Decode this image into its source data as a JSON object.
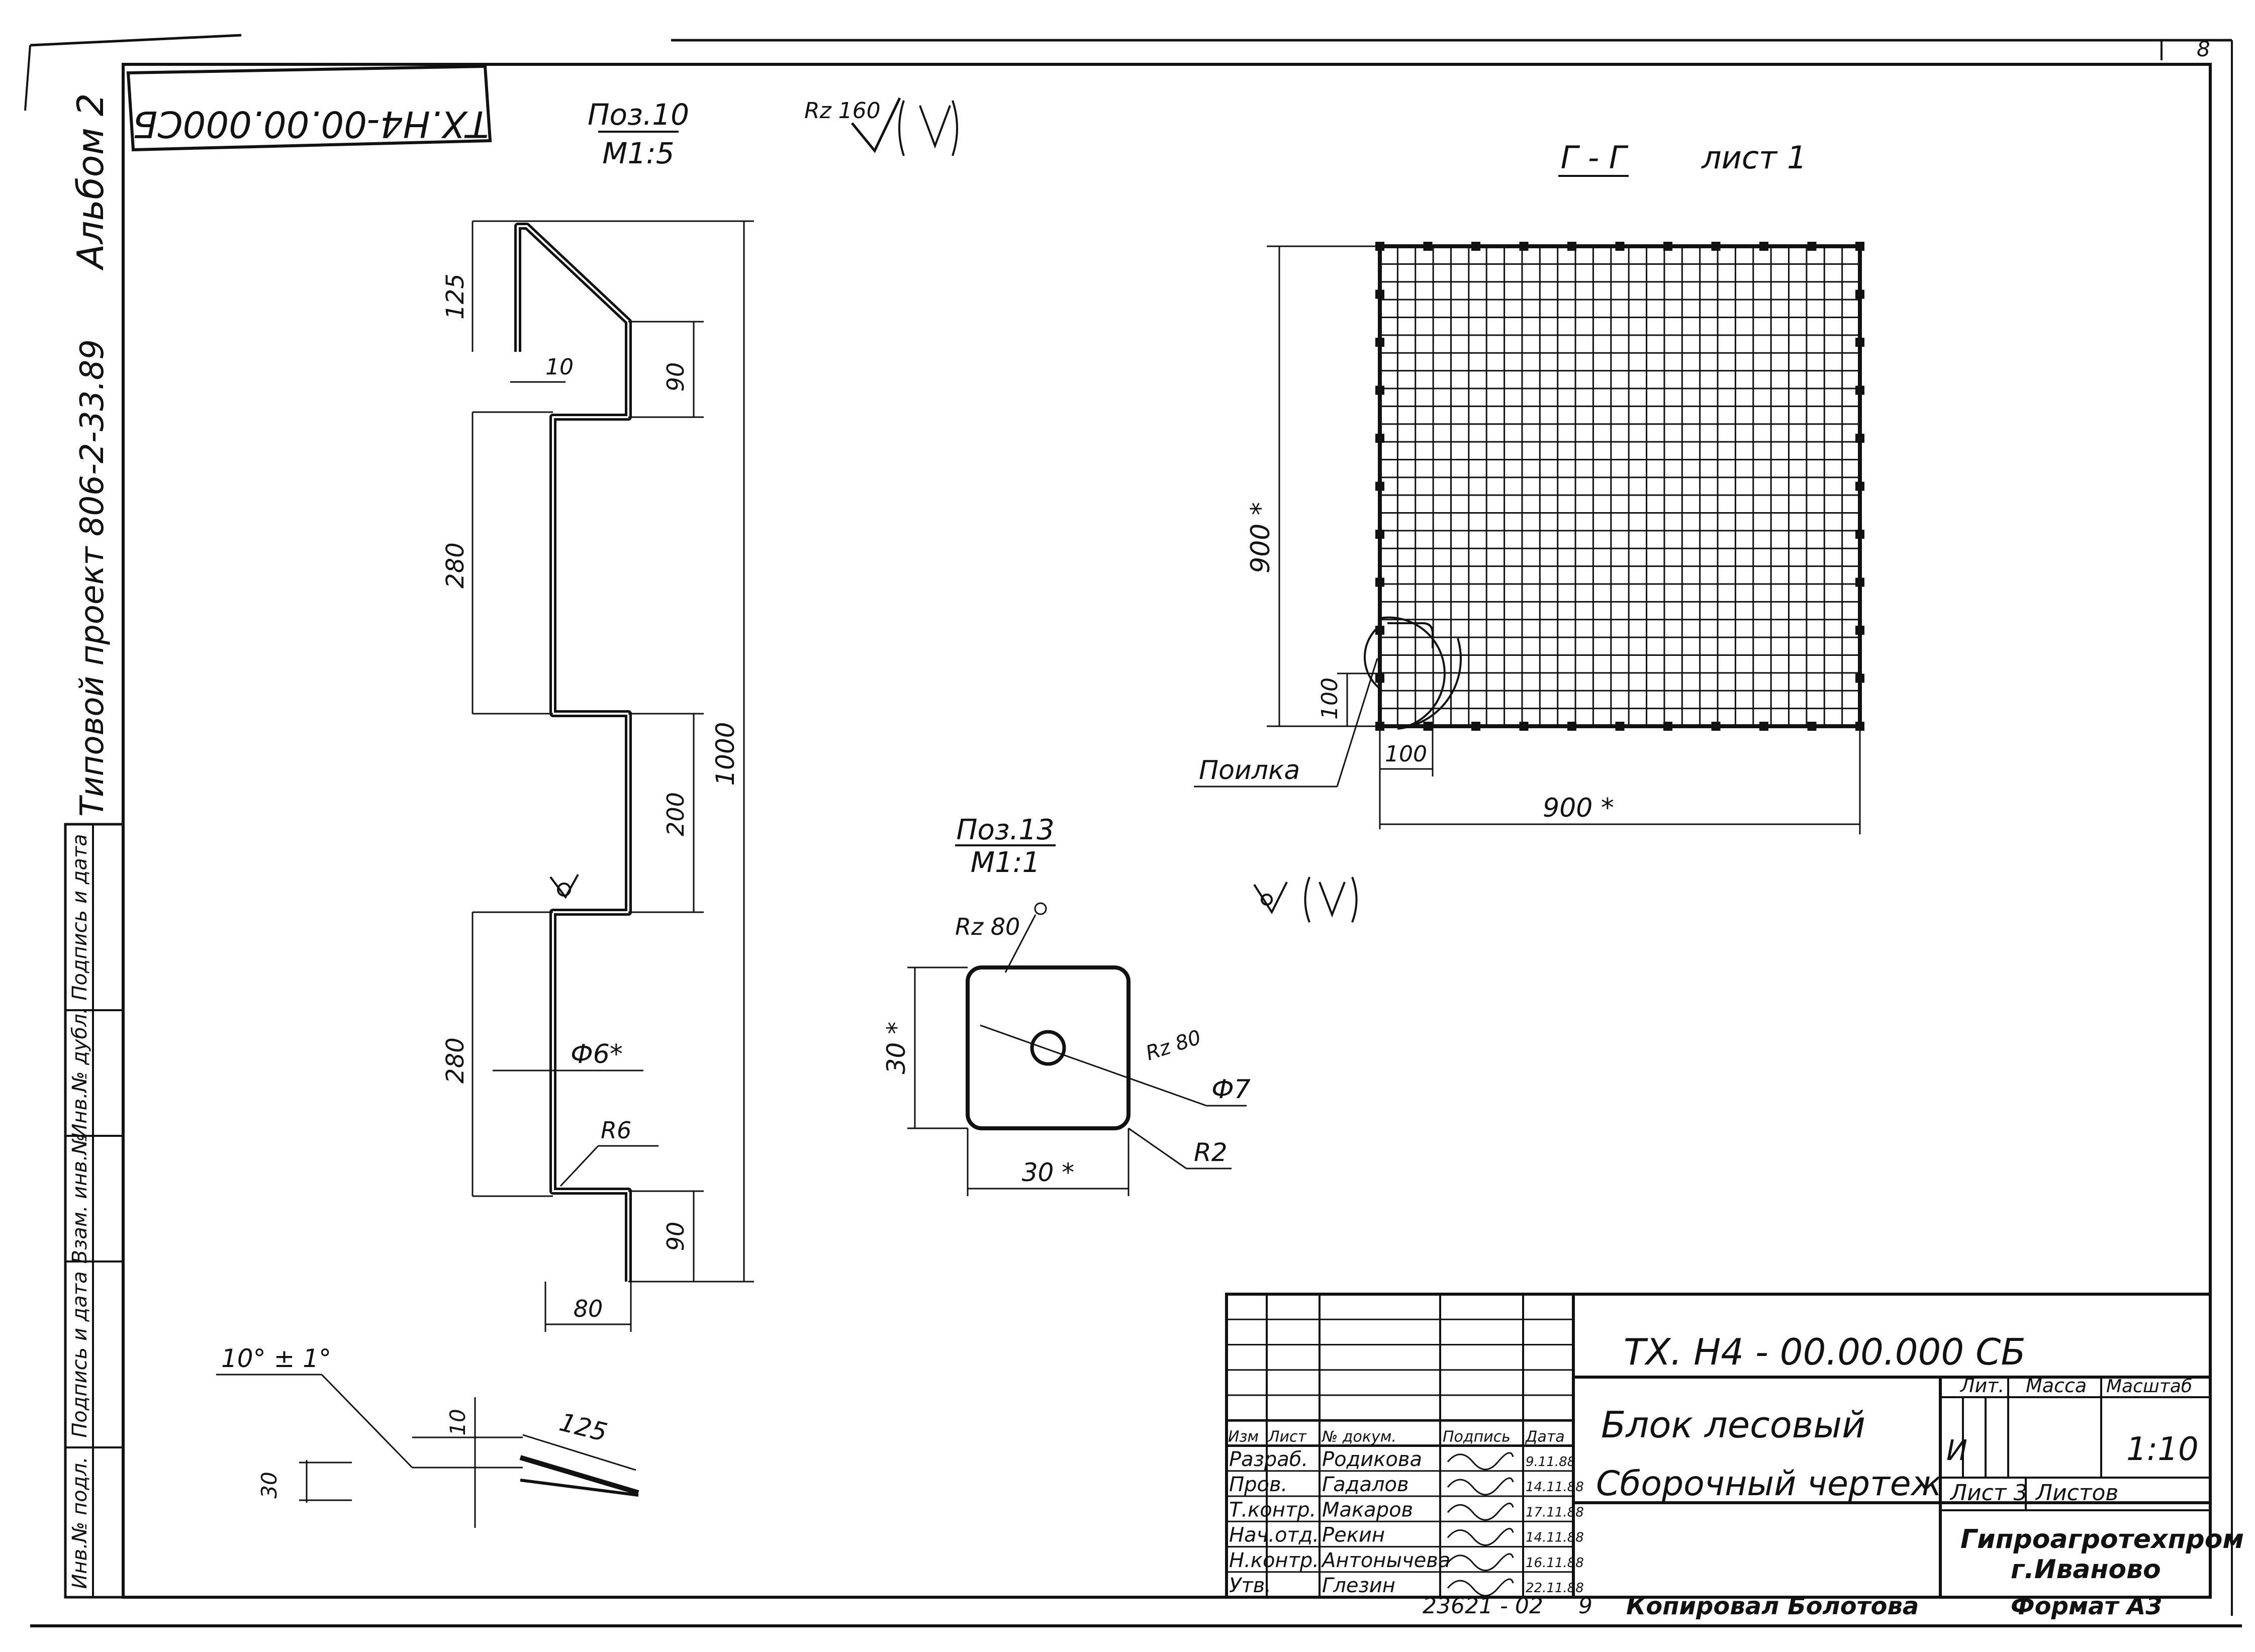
{
  "sheet_number": "8",
  "stamp_code": "ТХ.Н4-00.00.000СБ",
  "album": "Альбом 2",
  "project": "Типовой проект 806-2-33.89",
  "left_strip": {
    "cells": [
      "Подпись и дата",
      "Инв.№ дубл.",
      "Взам. инв.№",
      "Подпись и дата",
      "Инв.№ подл."
    ]
  },
  "pos10": {
    "title": "Поз.10",
    "scale": "М1:5",
    "roughness": "Rz 160",
    "dims": [
      "125",
      "10",
      "90",
      "280",
      "200",
      "1000",
      "280",
      "Ф6*",
      "R6",
      "90",
      "80"
    ],
    "side_view": {
      "angle": "10° ± 1°",
      "d1": "10",
      "d2": "125",
      "d3": "30"
    }
  },
  "pos13": {
    "title": "Поз.13",
    "scale": "М1:1",
    "rz_top": "Rz 80",
    "rz_side": "Rz 80",
    "hole": "Ф7",
    "radius": "R2",
    "height": "30 *",
    "width": "30 *"
  },
  "section": {
    "title": "Г - Г",
    "sheet_ref": "лист 1",
    "height": "900 *",
    "width": "900 *",
    "cell_h": "100",
    "cell_w": "100",
    "weld_label": "Поилка",
    "grid_lines": 27
  },
  "title_block": {
    "doc_code": "ТХ. Н4 - 00.00.000 СБ",
    "name_line1": "Блок лесовый",
    "name_line2": "Сборочный чертеж",
    "header": [
      "Изм",
      "Лист",
      "№ докум.",
      "Подпись",
      "Дата"
    ],
    "rows": [
      {
        "role": "Разраб.",
        "name": "Родикова",
        "date": "9.11.88"
      },
      {
        "role": "Пров.",
        "name": "Гадалов",
        "date": "14.11.88"
      },
      {
        "role": "Т.контр.",
        "name": "Макаров",
        "date": "17.11.88"
      },
      {
        "role": "Нач.отд.",
        "name": "Рекин",
        "date": "14.11.88"
      },
      {
        "role": "Н.контр.",
        "name": "Антонычева",
        "date": "16.11.88"
      },
      {
        "role": "Утв.",
        "name": "Глезин",
        "date": "22.11.88"
      }
    ],
    "lit_label": "Лит.",
    "mass_label": "Масса",
    "scale_label": "Масштаб",
    "lit_value": "И",
    "scale_value": "1:10",
    "sheet_label": "Лист 3",
    "sheets_label": "Листов",
    "org_line1": "Гипроагротехпром",
    "org_line2": "г.Иваново",
    "footer_num": "23621 - 02",
    "footer_sheet": "9",
    "copied": "Копировал Болотова",
    "format": "Формат А3"
  }
}
